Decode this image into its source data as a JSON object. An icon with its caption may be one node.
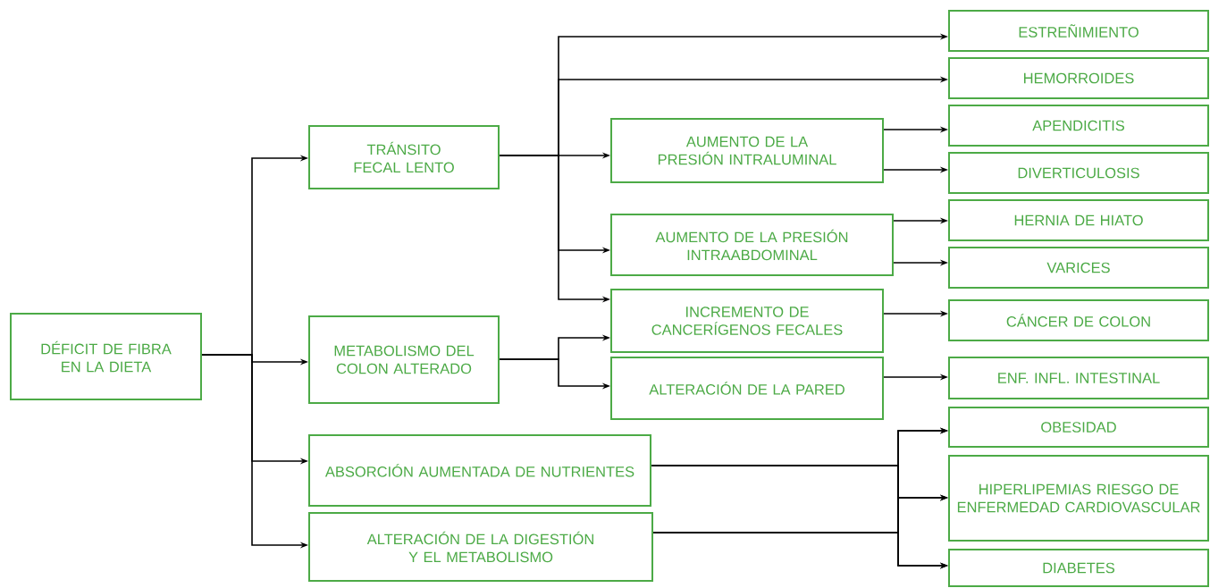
{
  "diagram": {
    "nodes": [
      {
        "text": [
          "DÉFICIT DE FIBRA EN LA DIETA"
        ]
      },
      {
        "text": [
          "TRÁNSITO FECAL LENTO"
        ]
      },
      {
        "text": [
          "METABOLISMO DEL COLON ALTERADO"
        ]
      },
      {
        "text": [
          "ABSORCIÓN AUMENTADA DE NUTRIENTES"
        ]
      },
      {
        "text": [
          "ALTERACIÓN DE LA DIGESTIÓN Y EL METABOLISMO"
        ]
      },
      {
        "text": [
          "AUMENTO DE LA PRESIÓN INTRALUMINAL"
        ]
      },
      {
        "text": [
          "AUMENTO DE LA PRESIÓN INTRAABDOMINAL"
        ]
      },
      {
        "text": [
          "INCREMENTO DE CANCERÍGENOS FECALES"
        ]
      },
      {
        "text": [
          "ALTERACIÓN DE LA PARED"
        ]
      },
      {
        "text": [
          "ESTREÑIMIENTO"
        ]
      },
      {
        "text": [
          "HEMORROIDES"
        ]
      },
      {
        "text": [
          "APENDICITIS"
        ]
      },
      {
        "text": [
          "DIVERTICULOSIS"
        ]
      },
      {
        "text": [
          "HERNIA DE HIATO"
        ]
      },
      {
        "text": [
          "VARICES"
        ]
      },
      {
        "text": [
          "CÁNCER DE COLON"
        ]
      },
      {
        "text": [
          "ENF. INFL. INTESTINAL"
        ]
      },
      {
        "text": [
          "OBESIDAD"
        ]
      },
      {
        "text": [
          "HIPERLIPEMIAS RIESGO DE ENFERMEDAD CARDIOVASCULAR"
        ]
      },
      {
        "text": [
          "DIABETES"
        ]
      }
    ],
    "edges": [
      {
        "from": 0,
        "to": 1,
        "arrow": "to"
      },
      {
        "from": 0,
        "to": 2,
        "arrow": "to"
      },
      {
        "from": 0,
        "to": 3,
        "arrow": "to"
      },
      {
        "from": 0,
        "to": 4,
        "arrow": "to"
      },
      {
        "from": 1,
        "to": 9,
        "arrow": "to"
      },
      {
        "from": 1,
        "to": 10,
        "arrow": "to"
      },
      {
        "from": 1,
        "to": 5,
        "arrow": "to"
      },
      {
        "from": 1,
        "to": 6,
        "arrow": "to"
      },
      {
        "from": 1,
        "to": 7,
        "arrow": "to"
      },
      {
        "from": 2,
        "to": 7,
        "arrow": "to"
      },
      {
        "from": 2,
        "to": 8,
        "arrow": "to"
      },
      {
        "from": 5,
        "to": 11,
        "arrow": "to"
      },
      {
        "from": 5,
        "to": 12,
        "arrow": "to"
      },
      {
        "from": 6,
        "to": 13,
        "arrow": "to"
      },
      {
        "from": 6,
        "to": 14,
        "arrow": "to"
      },
      {
        "from": 7,
        "to": 15,
        "arrow": "to"
      },
      {
        "from": 8,
        "to": 16,
        "arrow": "to"
      },
      {
        "from": 3,
        "to": 17,
        "arrow": "to"
      },
      {
        "from": 3,
        "to": 18,
        "arrow": "to"
      },
      {
        "from": 3,
        "to": 19,
        "arrow": "to"
      },
      {
        "from": 4,
        "to": 17,
        "arrow": "to"
      },
      {
        "from": 4,
        "to": 18,
        "arrow": "to"
      },
      {
        "from": 4,
        "to": 19,
        "arrow": "to"
      }
    ]
  }
}
